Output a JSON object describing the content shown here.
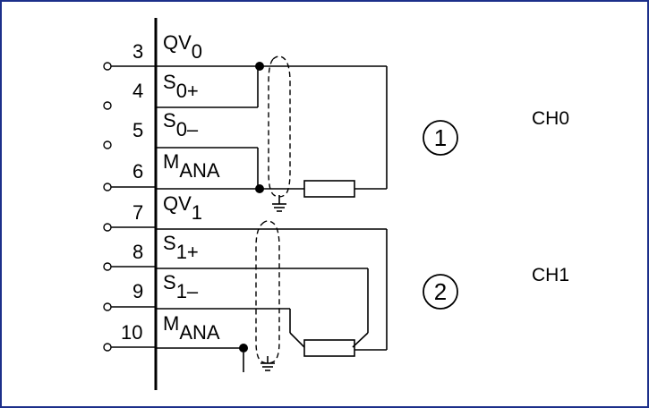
{
  "diagram": {
    "terminals": [
      {
        "num": "3",
        "name_main": "QV",
        "name_sub": "0"
      },
      {
        "num": "4",
        "name_main": "S",
        "name_sub": "0+"
      },
      {
        "num": "5",
        "name_main": "S",
        "name_sub": "0–"
      },
      {
        "num": "6",
        "name_main": "M",
        "name_sub": "ANA"
      },
      {
        "num": "7",
        "name_main": "QV",
        "name_sub": "1"
      },
      {
        "num": "8",
        "name_main": "S",
        "name_sub": "1+"
      },
      {
        "num": "9",
        "name_main": "S",
        "name_sub": "1–"
      },
      {
        "num": "10",
        "name_main": "M",
        "name_sub": "ANA"
      }
    ],
    "channels": [
      {
        "circle": "1",
        "label": "CH0"
      },
      {
        "circle": "2",
        "label": "CH1"
      }
    ]
  }
}
